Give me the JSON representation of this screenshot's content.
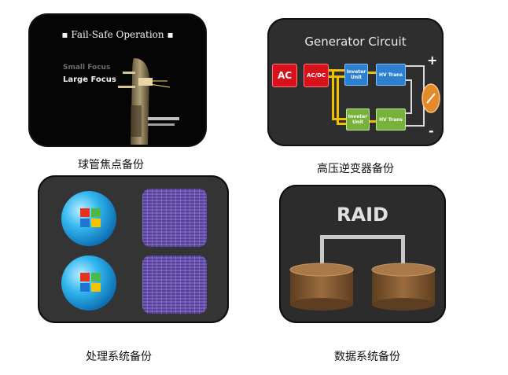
{
  "panels": [
    {
      "caption": "球管焦点备份",
      "title": "▪ Fail-Safe Operation ▪",
      "small_focus": "Small Focus",
      "large_focus": "Large Focus"
    },
    {
      "caption": "高压逆变器备份",
      "title": "Generator Circuit",
      "ac": "AC",
      "acdc": "AC/DC",
      "inverter_1": "Inveter Unit",
      "inverter_2": "Inveter Unit",
      "hv_1": "HV Trans",
      "hv_2": "HV Trans",
      "plus": "+",
      "minus": "-"
    },
    {
      "caption": "处理系统备份"
    },
    {
      "caption": "数据系统备份",
      "title": "RAID"
    }
  ],
  "colors": {
    "red": "#d6121a",
    "blue": "#2d7fd0",
    "green": "#76b139",
    "wire_yellow": "#f0c000",
    "tube_orange": "#e58a2a",
    "disk_brown": "#7a5530"
  }
}
